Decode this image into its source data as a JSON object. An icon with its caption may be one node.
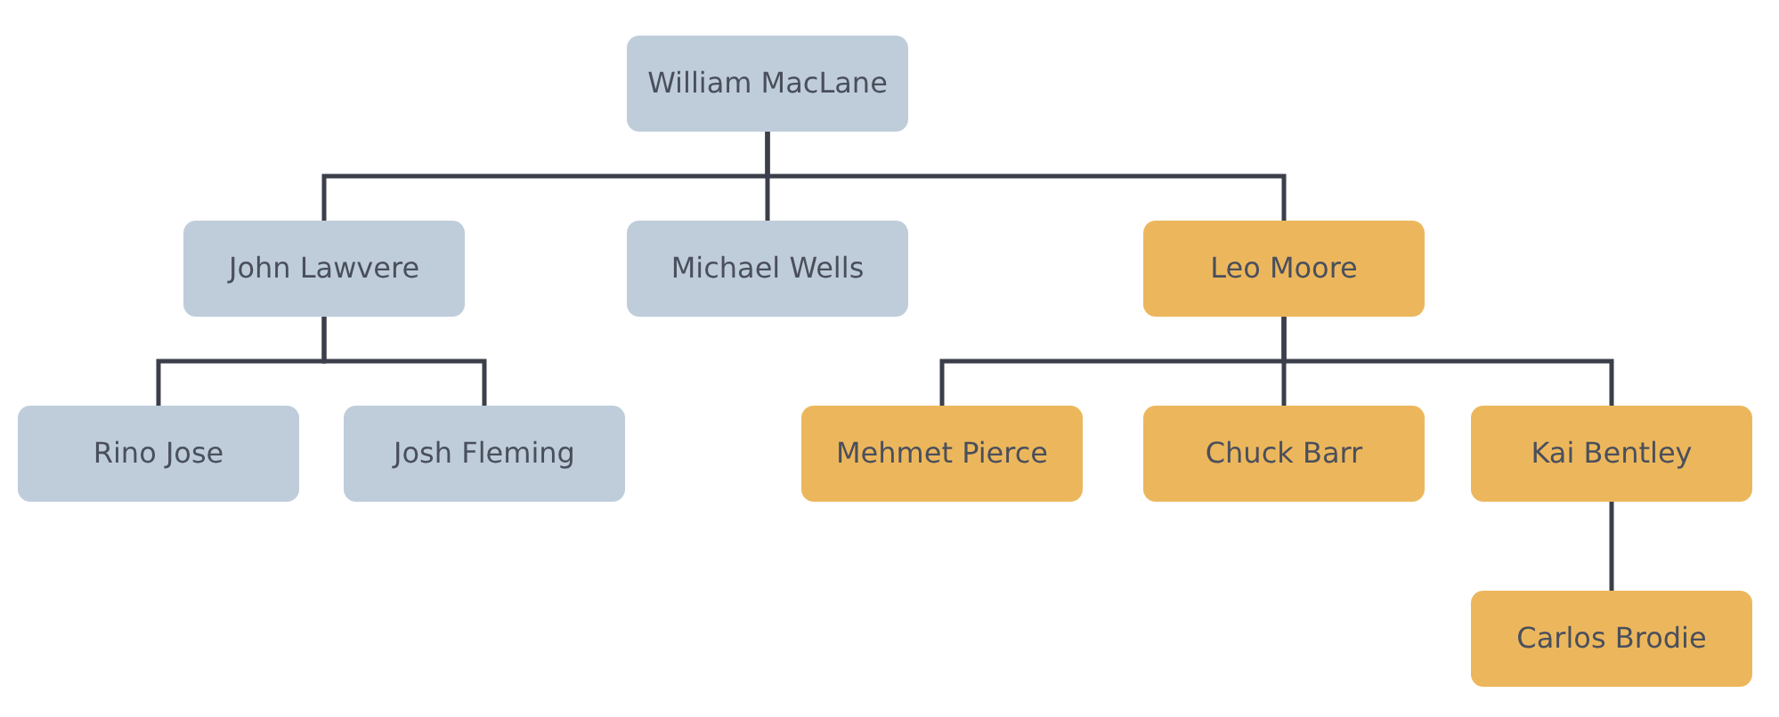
{
  "diagram": {
    "nodes": [
      {
        "text": [
          "William MacLane"
        ]
      },
      {
        "text": [
          "John Lawvere"
        ]
      },
      {
        "text": [
          "Michael Wells"
        ]
      },
      {
        "text": [
          "Leo Moore"
        ]
      },
      {
        "text": [
          "Rino Jose"
        ]
      },
      {
        "text": [
          "Josh Fleming"
        ]
      },
      {
        "text": [
          "Mehmet Pierce"
        ]
      },
      {
        "text": [
          "Chuck Barr"
        ]
      },
      {
        "text": [
          "Kai Bentley"
        ]
      },
      {
        "text": [
          "Carlos Brodie"
        ]
      }
    ],
    "edges": [
      {
        "from": 0,
        "to": 1,
        "arrow": "none"
      },
      {
        "from": 0,
        "to": 2,
        "arrow": "none"
      },
      {
        "from": 0,
        "to": 3,
        "arrow": "none"
      },
      {
        "from": 1,
        "to": 4,
        "arrow": "none"
      },
      {
        "from": 1,
        "to": 5,
        "arrow": "none"
      },
      {
        "from": 3,
        "to": 6,
        "arrow": "none"
      },
      {
        "from": 3,
        "to": 7,
        "arrow": "none"
      },
      {
        "from": 3,
        "to": 8,
        "arrow": "none"
      },
      {
        "from": 8,
        "to": 9,
        "arrow": "none"
      }
    ]
  }
}
